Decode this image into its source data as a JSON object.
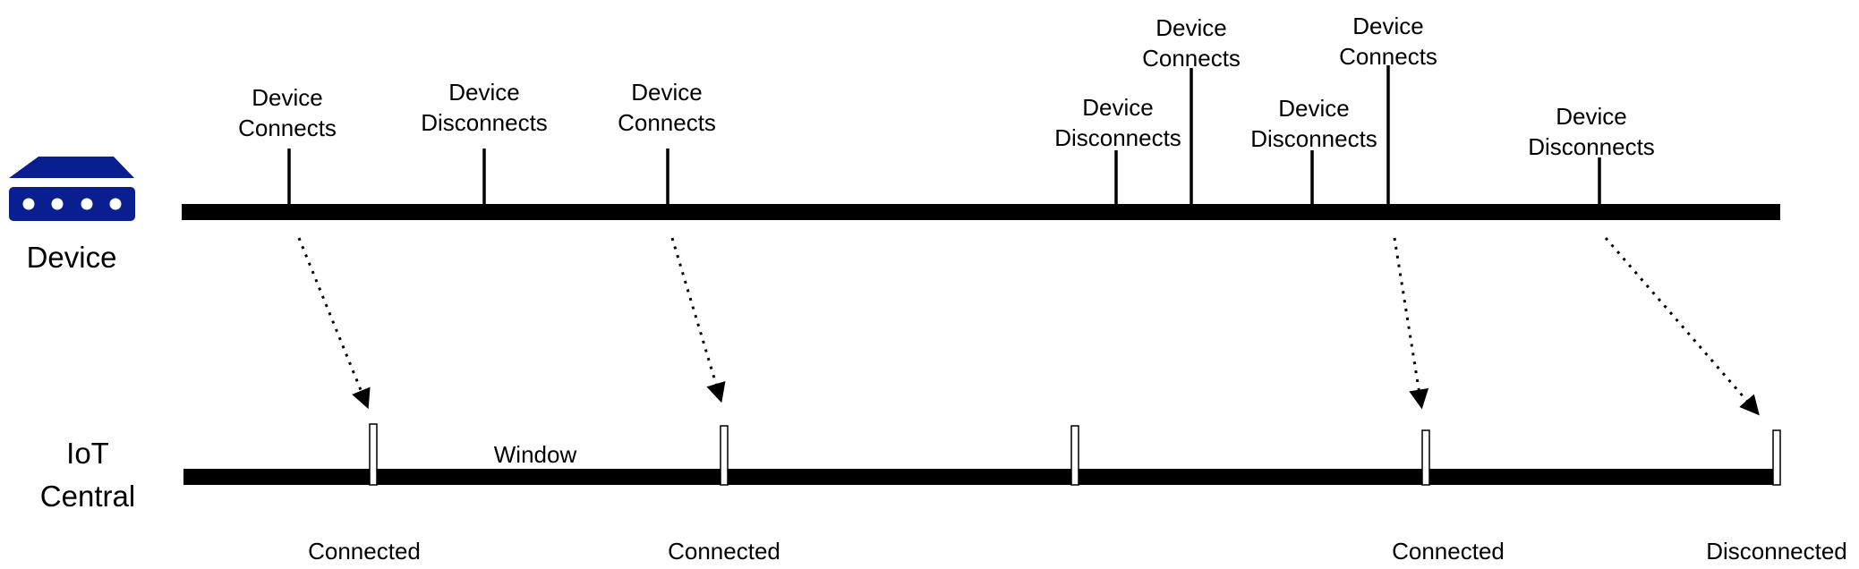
{
  "device_lane": {
    "label": "Device",
    "icon": "router-device-icon",
    "icon_color": "#0a1f8f",
    "events": [
      {
        "label": [
          "Device",
          "Connects"
        ]
      },
      {
        "label": [
          "Device",
          "Disconnects"
        ]
      },
      {
        "label": [
          "Device",
          "Connects"
        ]
      },
      {
        "label": [
          "Device",
          "Disconnects"
        ]
      },
      {
        "label": [
          "Device",
          "Connects"
        ]
      },
      {
        "label": [
          "Device",
          "Disconnects"
        ]
      },
      {
        "label": [
          "Device",
          "Connects"
        ]
      },
      {
        "label": [
          "Device",
          "Disconnects"
        ]
      }
    ]
  },
  "central_lane": {
    "label": [
      "IoT",
      "Central"
    ],
    "window_label": "Window",
    "status_labels": [
      "Connected",
      "Connected",
      "Connected",
      "Disconnected"
    ]
  }
}
